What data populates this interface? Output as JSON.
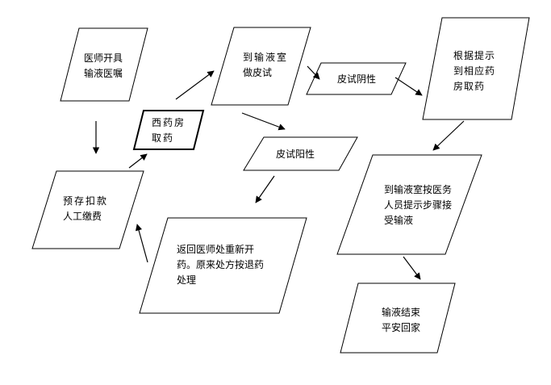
{
  "nodes": {
    "doctor_order": {
      "line1": "医师开具",
      "line2": "输液医嘱"
    },
    "prepay": {
      "line1": "预存扣款",
      "line2": "人工缴费"
    },
    "western_pharmacy": {
      "line1": "西药房",
      "line2": "取药"
    },
    "skin_test": {
      "line1": "到输液室",
      "line2": "做皮试"
    },
    "negative": {
      "line1": "皮试阴性"
    },
    "positive": {
      "line1": "皮试阳性"
    },
    "return_doctor": {
      "line1": "返回医师处重新开",
      "line2": "药。原来处方按退药",
      "line3": "处理"
    },
    "pharmacy_by_prompt": {
      "line1": "根据提示",
      "line2": "到相应药",
      "line3": "房取药"
    },
    "infusion_room": {
      "line1": "到输液室按医务",
      "line2": "人员提示步骤接",
      "line3": "受输液"
    },
    "done": {
      "line1": "输液结束",
      "line2": "平安回家"
    }
  }
}
